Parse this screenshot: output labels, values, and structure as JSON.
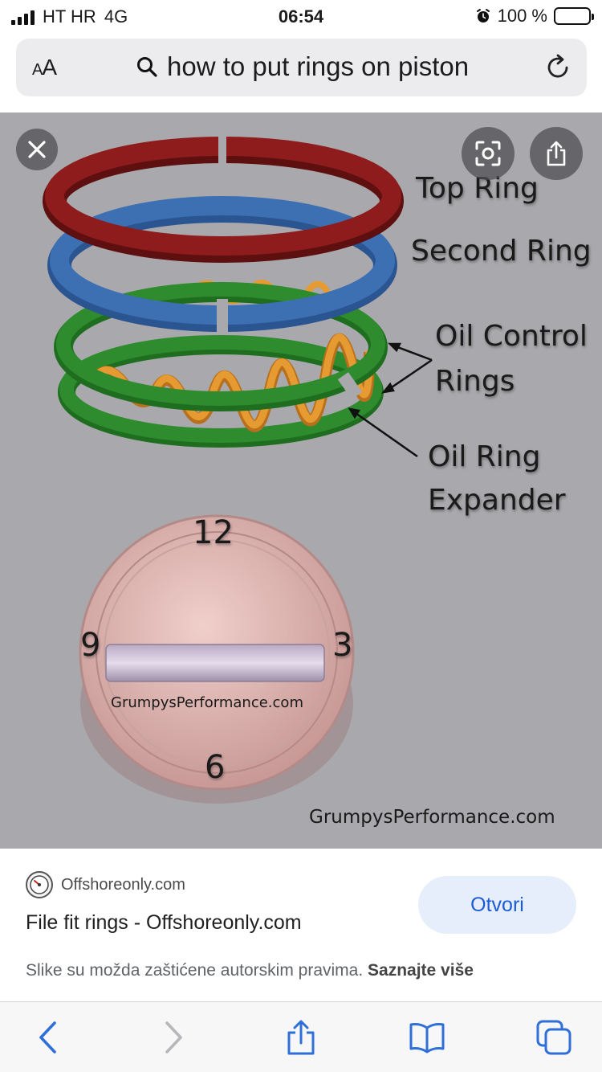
{
  "status_bar": {
    "carrier": "HT HR",
    "network": "4G",
    "time": "06:54",
    "battery": "100 %",
    "alarm_icon": "alarm-clock-icon"
  },
  "address_bar": {
    "text_size_label": "AA",
    "query": "how to put rings on piston",
    "search_icon": "magnifier-icon",
    "reload_icon": "reload-icon"
  },
  "viewer": {
    "image_labels": {
      "top_ring": "Top Ring",
      "second_ring": "Second Ring",
      "oil_control_1": "Oil Control",
      "oil_control_2": "Rings",
      "expander_1": "Oil Ring",
      "expander_2": "Expander",
      "clock_12": "12",
      "clock_3": "3",
      "clock_6": "6",
      "clock_9": "9",
      "watermark_piston": "GrumpysPerformance.com",
      "watermark_corner": "GrumpysPerformance.com"
    },
    "colors": {
      "top_ring": "#8e1c1c",
      "second_ring": "#3d6fb3",
      "oil_rings": "#2e8b2e",
      "expander": "#e69a32",
      "background": "#a9a9ad"
    }
  },
  "result": {
    "site": "Offshoreonly.com",
    "title": "File fit rings - Offshoreonly.com",
    "open_label": "Otvori",
    "copyright_text": "Slike su možda zaštićene autorskim pravima.",
    "learn_more": "Saznajte više"
  },
  "toolbar": {
    "back_icon": "chevron-left-icon",
    "forward_icon": "chevron-right-icon",
    "share_icon": "share-icon",
    "bookmarks_icon": "book-icon",
    "tabs_icon": "tabs-icon"
  }
}
